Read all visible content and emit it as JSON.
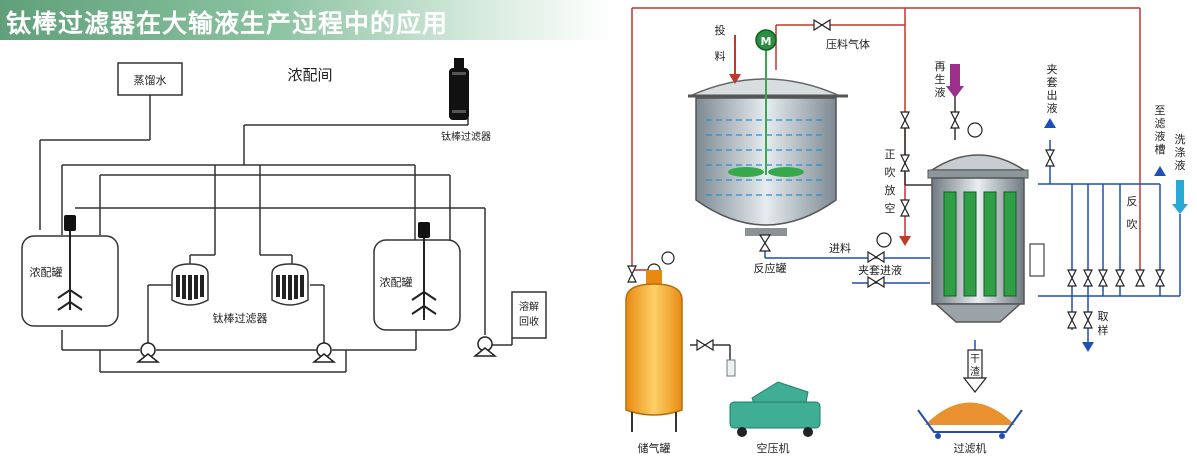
{
  "banner": {
    "title": "钛棒过滤器在大输液生产过程中的应用"
  },
  "left": {
    "distilled_water": "蒸馏水",
    "room_label": "浓配间",
    "top_filter_label": "钛棒过滤器",
    "tank_left_label": "浓配罐",
    "tank_right_label": "浓配罐",
    "filters_label": "钛棒过滤器",
    "recovery_line1": "溶解",
    "recovery_line2": "回收"
  },
  "right": {
    "feed_char1": "投",
    "feed_char2": "料",
    "motor": "M",
    "pressure_gas": "压料气体",
    "reactor": "反应罐",
    "inlet": "进料",
    "jacket_in": "夹套进液",
    "regen": [
      "再",
      "生",
      "液"
    ],
    "jacket_out": [
      "夹",
      "套",
      "出",
      "液"
    ],
    "to_filtrate_tank": [
      "至",
      "滤",
      "液",
      "槽"
    ],
    "wash_liquid": [
      "洗",
      "涤",
      "液"
    ],
    "forward_blow": [
      "正",
      "吹",
      "放",
      "空"
    ],
    "back_blow": [
      "反",
      "吹"
    ],
    "sampling": [
      "取",
      "样"
    ],
    "dry_residue": [
      "干",
      "渣"
    ],
    "gas_tank": "储气罐",
    "compressor": "空压机",
    "filter_machine": "过滤机"
  },
  "colors": {
    "banner_green": "#5fa07a",
    "red_line": "#c0392b",
    "blue_line": "#1f4fb5",
    "filter_element_green": "#2f9e45",
    "gas_tank_orange": "#f2a020",
    "compressor_teal": "#3fae94",
    "residue_orange": "#e9912e",
    "regen_purple": "#9b2f8a",
    "wash_cyan": "#27a9d6"
  }
}
